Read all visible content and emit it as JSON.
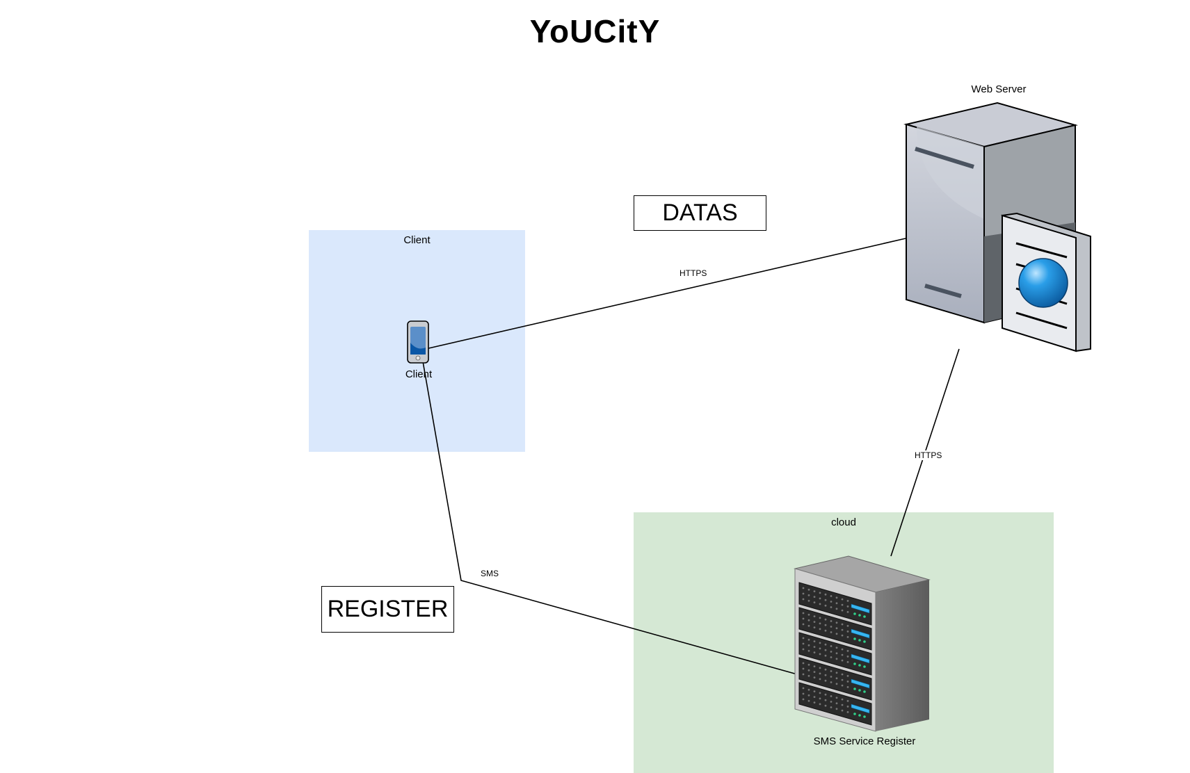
{
  "title": "YoUCitY",
  "groups": {
    "client": {
      "label": "Client",
      "color": "#dae8fc"
    },
    "cloud": {
      "label": "cloud",
      "color": "#d5e8d4"
    }
  },
  "nodes": {
    "web_server": {
      "label": "Web Server",
      "icon": "web-server-icon"
    },
    "phone": {
      "label": "Client",
      "icon": "smartphone-icon"
    },
    "sms_server": {
      "label": "SMS Service Register",
      "icon": "server-rack-icon"
    }
  },
  "boxes": {
    "datas": "DATAS",
    "register": "REGISTER"
  },
  "edges": {
    "phone_web": "HTTPS",
    "web_sms": "HTTPS",
    "phone_sms": "SMS"
  }
}
